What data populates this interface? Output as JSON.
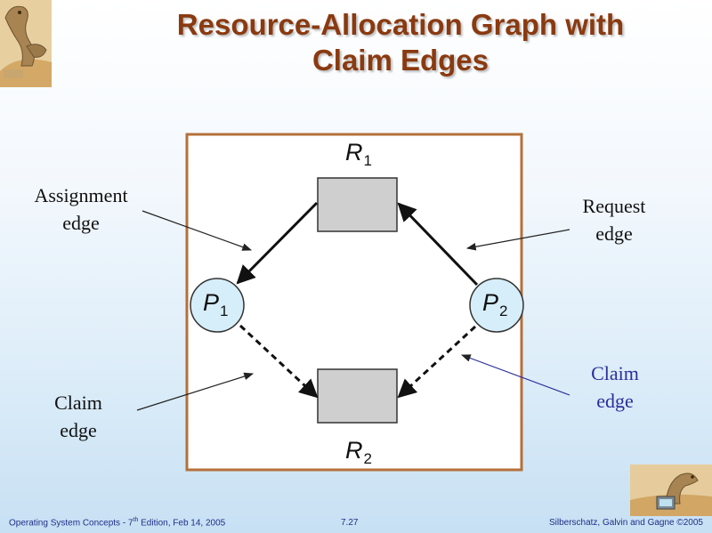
{
  "title": {
    "line1": "Resource-Allocation Graph with",
    "line2": "Claim Edges"
  },
  "colors": {
    "title": "#8a3a10",
    "frame": "#b5703a",
    "resource_fill": "#cfcfcf",
    "process_fill": "#d6eefa",
    "claim_label": "#2b2f9a"
  },
  "diagram": {
    "resources": [
      {
        "letter": "R",
        "sub": "1"
      },
      {
        "letter": "R",
        "sub": "2"
      }
    ],
    "processes": [
      {
        "letter": "P",
        "sub": "1"
      },
      {
        "letter": "P",
        "sub": "2"
      }
    ],
    "labels": {
      "assignment_line1": "Assignment",
      "assignment_line2": "edge",
      "request_line1": "Request",
      "request_line2": "edge",
      "claim_left_line1": "Claim",
      "claim_left_line2": "edge",
      "claim_right_line1": "Claim",
      "claim_right_line2": "edge"
    }
  },
  "footer": {
    "left_main": "Operating System Concepts - 7",
    "left_sup": "th",
    "left_rest": " Edition, Feb 14, 2005",
    "center": "7.27",
    "right": "Silberschatz, Galvin and Gagne ©2005"
  }
}
